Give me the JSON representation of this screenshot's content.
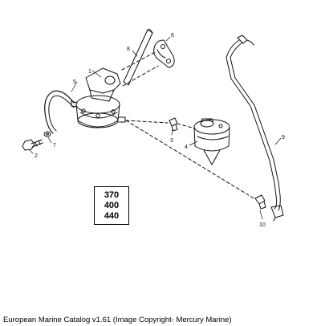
{
  "callouts": {
    "c1": "1",
    "c2": "2",
    "c3": "3",
    "c4": "4",
    "c5": "5",
    "c6": "6",
    "c7": "7",
    "c8": "8",
    "c9": "9",
    "c10": "10"
  },
  "models": [
    "370",
    "400",
    "440"
  ],
  "caption": "European Marine Catalog v1.61 (Image Copyright- Mercury Marine)"
}
